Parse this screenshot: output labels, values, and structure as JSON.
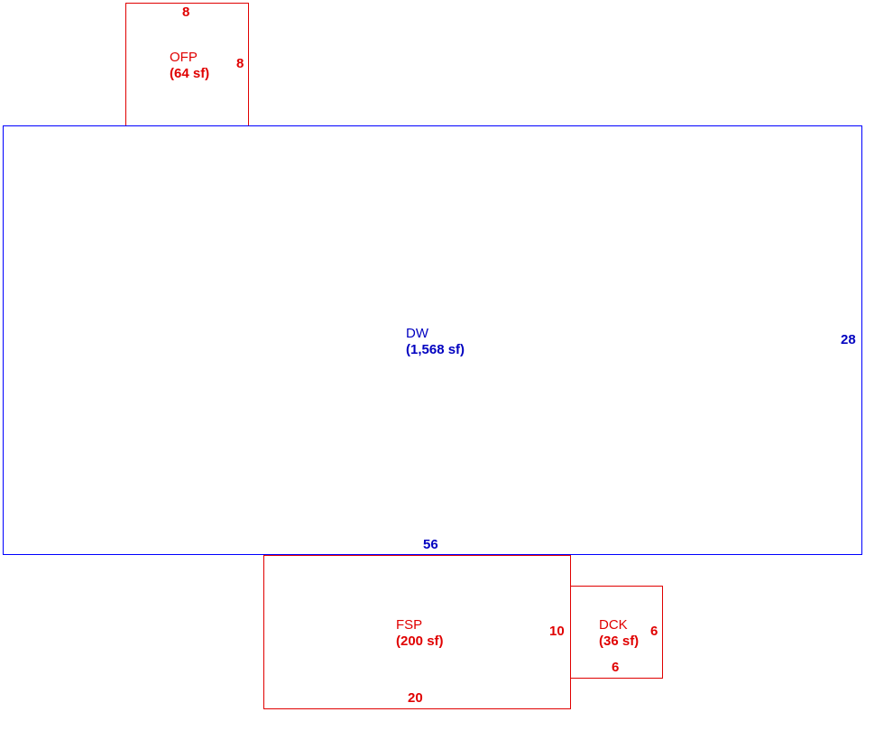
{
  "areas": {
    "ofp": {
      "name": "OFP",
      "area": "(64 sf)",
      "dims": {
        "top": "8",
        "right": "8"
      }
    },
    "dw": {
      "name": "DW",
      "area": "(1,568 sf)",
      "dims": {
        "right": "28",
        "bottom": "56"
      }
    },
    "fsp": {
      "name": "FSP",
      "area": "(200 sf)",
      "dims": {
        "right": "10",
        "bottom": "20"
      }
    },
    "dck": {
      "name": "DCK",
      "area": "(36 sf)",
      "dims": {
        "right": "6",
        "bottom": "6"
      }
    }
  },
  "colors": {
    "main_structure": "#0000ff",
    "main_text": "#0000c0",
    "addition": "#e00000"
  }
}
